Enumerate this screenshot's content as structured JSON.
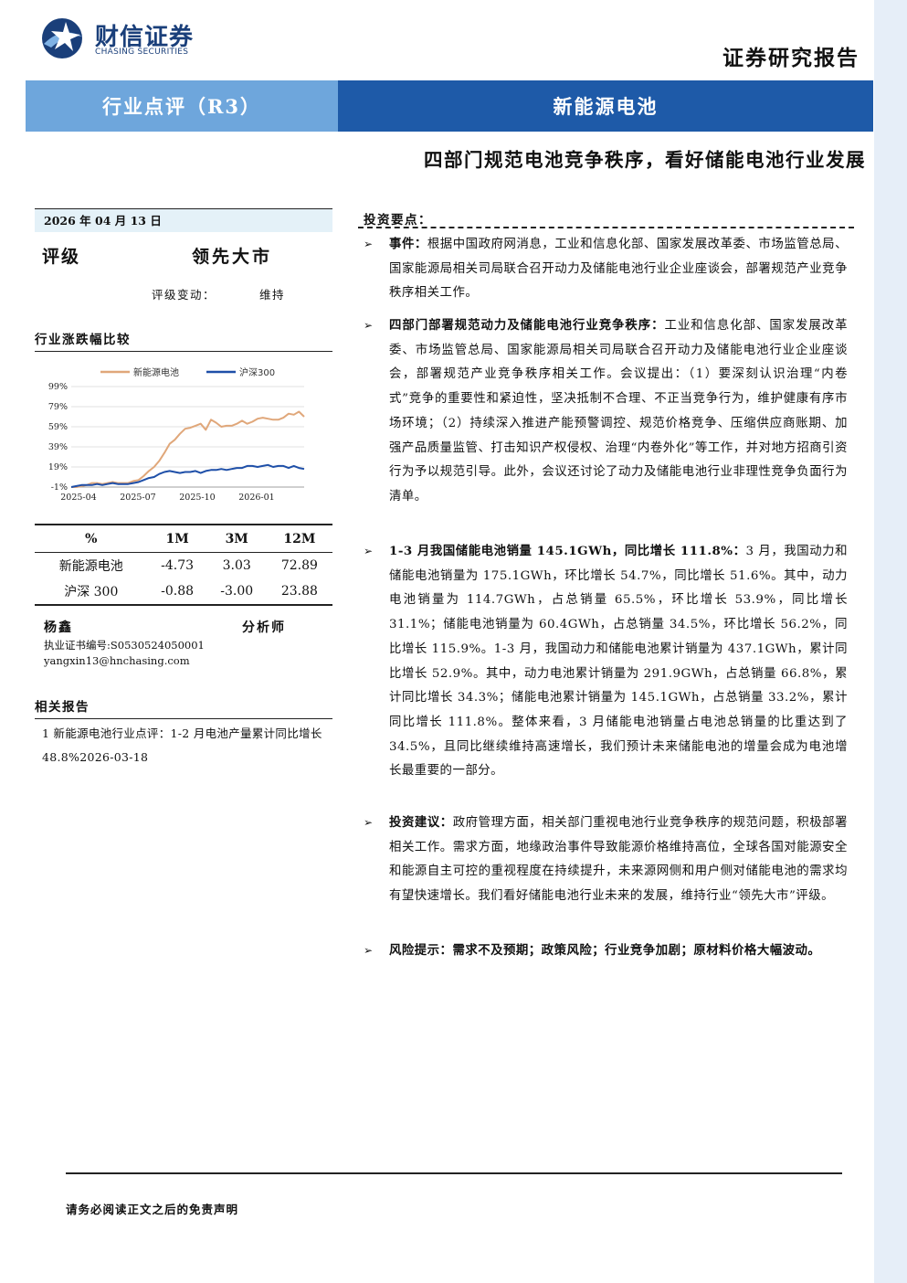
{
  "brand": {
    "name_cn": "财信证券",
    "name_en": "CHASING SECURITIES",
    "report_type": "证券研究报告"
  },
  "band": {
    "left": "行业点评（R3）",
    "right": "新能源电池"
  },
  "headline": "四部门规范电池竞争秩序，看好储能电池行业发展",
  "meta": {
    "date": "2026 年 04 月 13 日",
    "rating_label": "评级",
    "rating_value": "领先大市",
    "rating_change_label": "评级变动：",
    "rating_change_value": "维持"
  },
  "chart_title": "行业涨跌幅比较",
  "chart_data": {
    "type": "line",
    "series": [
      {
        "name": "新能源电池",
        "color": "#e0a77a",
        "values": [
          -1,
          -1,
          0,
          1,
          3,
          3,
          2,
          3,
          4,
          3,
          3,
          3,
          5,
          6,
          10,
          15,
          19,
          25,
          33,
          42,
          46,
          52,
          57,
          58,
          60,
          62,
          56,
          66,
          63,
          59,
          60,
          60,
          62,
          65,
          62,
          64,
          67,
          68,
          67,
          66,
          66,
          68,
          72,
          71,
          74,
          69
        ]
      },
      {
        "name": "沪深300",
        "color": "#1e4fa8",
        "values": [
          -1,
          0,
          1,
          1,
          1,
          2,
          1,
          2,
          3,
          2,
          2,
          2,
          3,
          4,
          6,
          8,
          9,
          12,
          14,
          15,
          14,
          13,
          14,
          14,
          15,
          13,
          15,
          16,
          16,
          17,
          16,
          17,
          18,
          18,
          20,
          20,
          19,
          20,
          21,
          19,
          20,
          20,
          18,
          20,
          18,
          17
        ]
      }
    ],
    "x_labels": [
      "2025-04",
      "2025-07",
      "2025-10",
      "2026-01"
    ],
    "y_ticks": [
      99,
      79,
      59,
      39,
      19,
      -1
    ],
    "y_tick_labels": [
      "99%",
      "79%",
      "59%",
      "39%",
      "19%",
      "-1%"
    ],
    "ylim": [
      -1,
      99
    ],
    "legend_position": "top-right"
  },
  "perf_table": {
    "headers": [
      "%",
      "1M",
      "3M",
      "12M"
    ],
    "rows": [
      {
        "name": "新能源电池",
        "m1": "-4.73",
        "m3": "3.03",
        "m12": "72.89"
      },
      {
        "name": "沪深 300",
        "m1": "-0.88",
        "m3": "-3.00",
        "m12": "23.88"
      }
    ]
  },
  "analyst": {
    "name": "杨鑫",
    "role": "分析师",
    "cert": "执业证书编号:S0530524050001",
    "email": "yangxin13@hnchasing.com"
  },
  "related": {
    "title": "相关报告",
    "item": "1  新能源电池行业点评：1-2 月电池产量累计同比增长 48.8%2026-03-18"
  },
  "key_points": {
    "title": "投资要点：",
    "bullets": [
      {
        "head": "事件：",
        "body": "根据中国政府网消息，工业和信息化部、国家发展改革委、市场监管总局、国家能源局相关司局联合召开动力及储能电池行业企业座谈会，部署规范产业竞争秩序相关工作。"
      },
      {
        "head": "四部门部署规范动力及储能电池行业竞争秩序：",
        "body": "工业和信息化部、国家发展改革委、市场监管总局、国家能源局相关司局联合召开动力及储能电池行业企业座谈会，部署规范产业竞争秩序相关工作。会议提出：（1）要深刻认识治理“内卷式”竞争的重要性和紧迫性，坚决抵制不合理、不正当竞争行为，维护健康有序市场环境；（2）持续深入推进产能预警调控、规范价格竞争、压缩供应商账期、加强产品质量监管、打击知识产权侵权、治理“内卷外化”等工作，并对地方招商引资行为予以规范引导。此外，会议还讨论了动力及储能电池行业非理性竞争负面行为清单。"
      },
      {
        "head": "1-3 月我国储能电池销量 145.1GWh，同比增长 111.8%：",
        "body": "3 月，我国动力和储能电池销量为 175.1GWh，环比增长 54.7%，同比增长 51.6%。其中，动力电池销量为 114.7GWh，占总销量 65.5%，环比增长 53.9%，同比增长 31.1%；储能电池销量为 60.4GWh，占总销量 34.5%，环比增长 56.2%，同比增长 115.9%。1-3 月，我国动力和储能电池累计销量为 437.1GWh，累计同比增长 52.9%。其中，动力电池累计销量为 291.9GWh，占总销量 66.8%，累计同比增长 34.3%；储能电池累计销量为 145.1GWh，占总销量 33.2%，累计同比增长 111.8%。整体来看，3 月储能电池销量占电池总销量的比重达到了 34.5%，且同比继续维持高速增长，我们预计未来储能电池的增量会成为电池增长最重要的一部分。"
      },
      {
        "head": "投资建议：",
        "body": "政府管理方面，相关部门重视电池行业竞争秩序的规范问题，积极部署相关工作。需求方面，地缘政治事件导致能源价格维持高位，全球各国对能源安全和能源自主可控的重视程度在持续提升，未来源网侧和用户侧对储能电池的需求均有望快速增长。我们看好储能电池行业未来的发展，维持行业“领先大市”评级。"
      },
      {
        "head": "风险提示：",
        "body": "需求不及预期；政策风险；行业竞争加剧；原材料价格大幅波动。",
        "bold_body": true
      }
    ]
  },
  "footer": "请务必阅读正文之后的免责声明"
}
